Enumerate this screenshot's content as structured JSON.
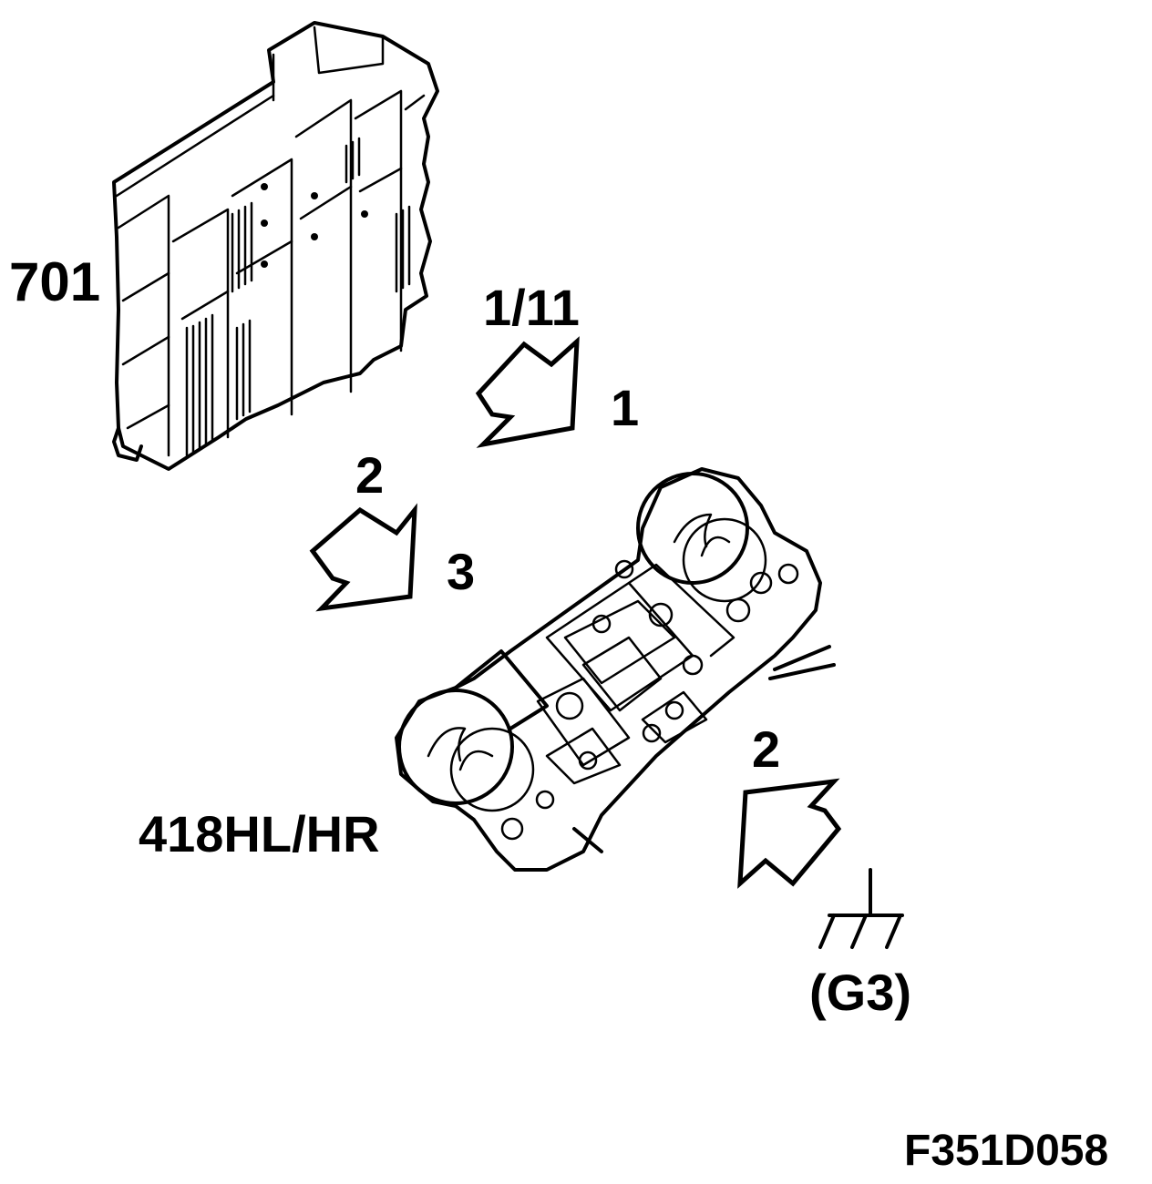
{
  "labels": {
    "module_id": "701",
    "connector_a": "1/11",
    "pin_a": "1",
    "connector_b": "2",
    "pin_b": "3",
    "lamp_id": "418HL/HR",
    "connector_c": "2",
    "ground_id": "(G3)",
    "figure_id": "F351D058"
  },
  "icons": [
    "control-module",
    "lamp-holder",
    "bulb",
    "ground-symbol",
    "pointer-arrow"
  ]
}
